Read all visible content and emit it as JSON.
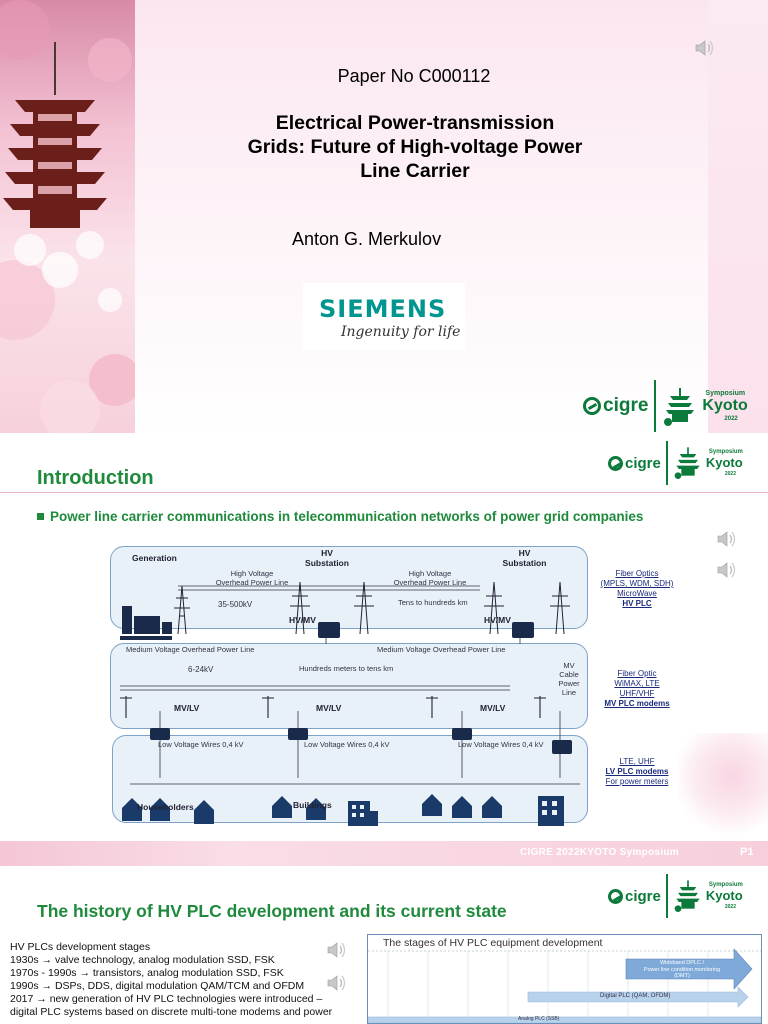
{
  "slide1": {
    "paper_no": "Paper No C000112",
    "title_line1": "Electrical Power-transmission",
    "title_line2": "Grids: Future of High-voltage Power",
    "title_line3": "Line Carrier",
    "author": "Anton G. Merkulov",
    "siemens": {
      "wordmark": "SIEMENS",
      "tagline": "Ingenuity for life"
    }
  },
  "logos": {
    "cigre": "cigre",
    "symposium": "Symposium",
    "kyoto": "Kyoto",
    "year": "2022"
  },
  "slide2": {
    "title": "Introduction",
    "bullet": "Power line carrier communications in telecommunication networks of power grid companies",
    "diagram": {
      "generation": "Generation",
      "hv_line_1": "High Voltage",
      "hv_line_2": "Overhead Power Line",
      "hv_range": "35-500kV",
      "hv_substation_1": "HV",
      "hv_substation_2": "Substation",
      "hv_mv": "HV/MV",
      "hv_distance": "Tens to hundreds km",
      "mv_line": "Medium Voltage Overhead Power Line",
      "mv_range": "6-24kV",
      "mv_distance": "Hundreds meters to tens km",
      "mv_lv": "MV/LV",
      "mv_cable_1": "MV",
      "mv_cable_2": "Cable",
      "mv_cable_3": "Power",
      "mv_cable_4": "Line",
      "lv_wires": "Low Voltage Wires 0,4 kV",
      "householders": "Householders",
      "buildings": "Buildings"
    },
    "side": {
      "hv_1": "Fiber Optics",
      "hv_2": "(MPLS, WDM, SDH)",
      "hv_3": "MicroWave",
      "hv_4": "HV PLC",
      "mv_1": "Fiber Optic",
      "mv_2": "WiMAX, LTE",
      "mv_3": "UHF/VHF",
      "mv_4": "MV PLC modems",
      "lv_1": "LTE, UHF",
      "lv_2": "LV PLC modems",
      "lv_3": "For power meters"
    },
    "footer": "CIGRE 2022KYOTO Symposium",
    "page": "P1"
  },
  "slide3": {
    "title": "The history of HV PLC development and its current state",
    "stages": [
      "HV PLCs development stages",
      "1930s → valve technology, analog modulation SSD, FSK",
      "1970s - 1990s  → transistors, analog modulation SSD, FSK",
      "1990s → DSPs, DDS, digital modulation QAM/TCM and OFDM",
      "2017  → new generation of HV PLC technologies were introduced –",
      "digital PLC systems based on discrete multi-tone modems and power"
    ],
    "chart_title": "The stages of HV PLC equipment development",
    "bar_wideband_1": "Wideband DPLC /",
    "bar_wideband_2": "Power line condition monitoring",
    "bar_wideband_3": "(DMT)",
    "bar_digital": "Digital PLC (QAM, OFDM)",
    "bar_analog": "Analog PLC (SSB)"
  }
}
